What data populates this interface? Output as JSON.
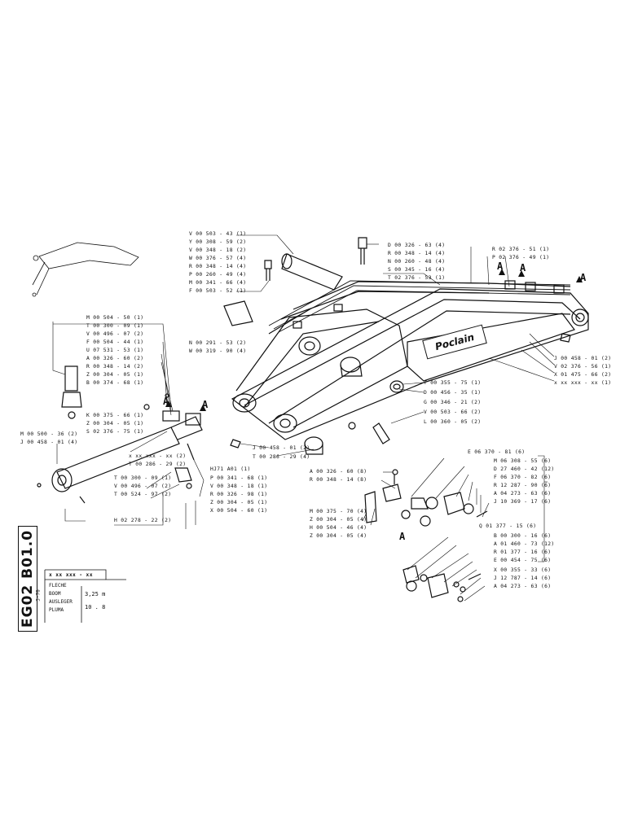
{
  "sheet": {
    "code": "EG02 B01.0",
    "small_code": "3-76",
    "part_ref": "x xx xxx - xx",
    "descriptions": [
      "FLECHE",
      "BOOM",
      "AUSLEGER",
      "PLUMA"
    ],
    "length": "3,25 m",
    "weight": "10 . 8"
  },
  "brand": "Poclain",
  "markers": {
    "A": "A"
  },
  "labels": {
    "upper_left": [
      "V 00 503 - 43 (1)",
      "Y 00 308 - 59 (2)",
      "V 00 348 - 18 (2)",
      "W 00 376 - 57 (4)",
      "R 00 348 - 14 (4)",
      "P 00 260 - 49 (4)",
      "M 00 341 - 66 (4)",
      "F 00 503 - 52 (1)"
    ],
    "upper_mid": [
      "D 00 326 - 63 (4)",
      "R 00 348 - 14 (4)",
      "N 00 260 - 48 (4)",
      "S 00 345 - 16 (4)",
      "T 02 376 - 53 (1)"
    ],
    "upper_right": [
      "R 02 376 - 51 (1)",
      "P 02 376 - 49 (1)"
    ],
    "mid_left_pins": [
      "N 00 291 - 53 (2)",
      "W 00 319 - 90 (4)"
    ],
    "right_side": [
      "J 00 458 - 01 (2)",
      "V 02 376 - 56 (1)",
      "X 01 475 - 66 (2)",
      "x xx xxx - xx (1)"
    ],
    "center": [
      "T 00 355 - 75 (1)",
      "D 00 456 - 35 (1)",
      "G 00 346 - 21 (2)",
      "V 00 503 - 66 (2)",
      "L 00 360 - 05 (2)"
    ],
    "lower_center": [
      "J 00 458 - 01 (2)",
      "T 00 286 - 29 (4)"
    ],
    "cylinder_top": [
      "M 00 504 - 50 (1)",
      "T 00 300 - 09 (1)",
      "V 00 496 - 07 (2)",
      "F 00 504 - 44 (1)",
      "U 07 531 - 53 (1)",
      "A 00 326 - 60 (2)",
      "R 00 348 - 14 (2)",
      "Z 00 304 - 05 (1)",
      "B 00 374 - 68 (1)"
    ],
    "cylinder_mid": [
      "K 00 375 - 66 (1)",
      "Z 00 304 - 05 (1)",
      "S 02 376 - 75 (1)"
    ],
    "cylinder_left": [
      "M 00 500 - 36 (2)",
      "J 00 458 - 01 (4)"
    ],
    "cylinder_right": [
      "HJ71 A01 (1)",
      "P 00 341 - 68 (1)",
      "V 00 348 - 18 (1)",
      "R 00 326 - 98 (1)",
      "Z 00 304 - 05 (1)",
      "X 00 504 - 60 (1)"
    ],
    "cylinder_bottom": [
      "x xx xxx - xx (2)",
      "T 00 286 - 29 (2)",
      "T 00 300 - 09 (1)",
      "V 00 496 - 07 (2)",
      "T 00 524 - 97 (2)",
      "H 02 278 - 22 (2)"
    ],
    "detail_a_left": [
      "A 00 326 - 60 (8)",
      "R 00 348 - 14 (8)"
    ],
    "detail_a_lower": [
      "M 00 375 - 70 (4)",
      "Z 00 304 - 05 (4)",
      "H 00 504 - 46 (4)",
      "Z 00 304 - 05 (4)"
    ],
    "detail_a_right": [
      "E 06 370 - 81 (6)",
      "M 06 308 - 55 (6)",
      "D 27 460 - 42 (12)",
      "F 06 370 - 82 (6)",
      "R 12 287 - 90 (6)",
      "A 04 273 - 63 (6)",
      "J 10 369 - 17 (6)",
      "Q 01 377 - 15 (6)",
      "B 00 300 - 16 (6)",
      "A 01 460 - 73 (12)",
      "R 01 377 - 16 (6)",
      "E 00 454 - 75 (6)",
      "X 00 355 - 33 (6)",
      "J 12 787 - 14 (6)",
      "A 04 273 - 63 (6)"
    ]
  }
}
